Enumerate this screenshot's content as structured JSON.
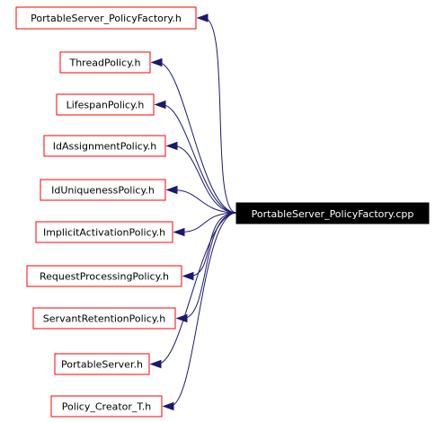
{
  "graph": {
    "edge_color": "#191970",
    "node_border_color": "#ff0000",
    "root_fill_color": "#000000",
    "root": {
      "label": "PortableServer_PolicyFactory.cpp"
    },
    "includes": [
      {
        "label": "PortableServer_PolicyFactory.h"
      },
      {
        "label": "ThreadPolicy.h"
      },
      {
        "label": "LifespanPolicy.h"
      },
      {
        "label": "IdAssignmentPolicy.h"
      },
      {
        "label": "IdUniquenessPolicy.h"
      },
      {
        "label": "ImplicitActivationPolicy.h"
      },
      {
        "label": "RequestProcessingPolicy.h"
      },
      {
        "label": "ServantRetentionPolicy.h"
      },
      {
        "label": "PortableServer.h"
      },
      {
        "label": "Policy_Creator_T.h"
      }
    ]
  }
}
